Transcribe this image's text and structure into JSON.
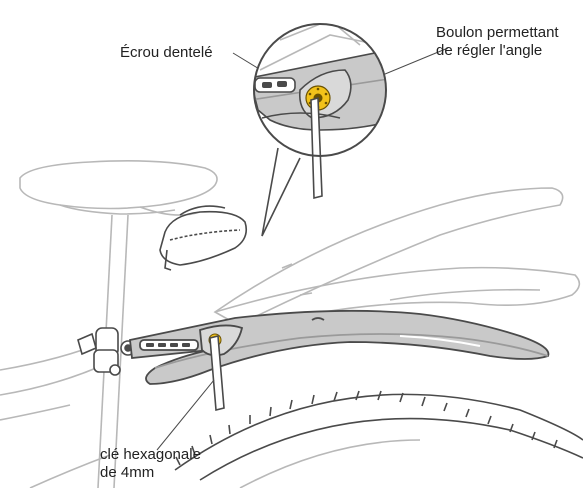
{
  "labels": {
    "serrated_nut": "Écrou dentelé",
    "angle_bolt_line1": "Boulon permettant",
    "angle_bolt_line2": "de régler l'angle",
    "hex_key_line1": "clé hexagonale",
    "hex_key_line2": "de 4mm"
  },
  "colors": {
    "line": "#4a4a4a",
    "faded_line": "#b8b8b8",
    "fender_fill": "#c9c9c9",
    "fender_shadow": "#9a9a9a",
    "bolt_gold": "#f2c21a"
  }
}
